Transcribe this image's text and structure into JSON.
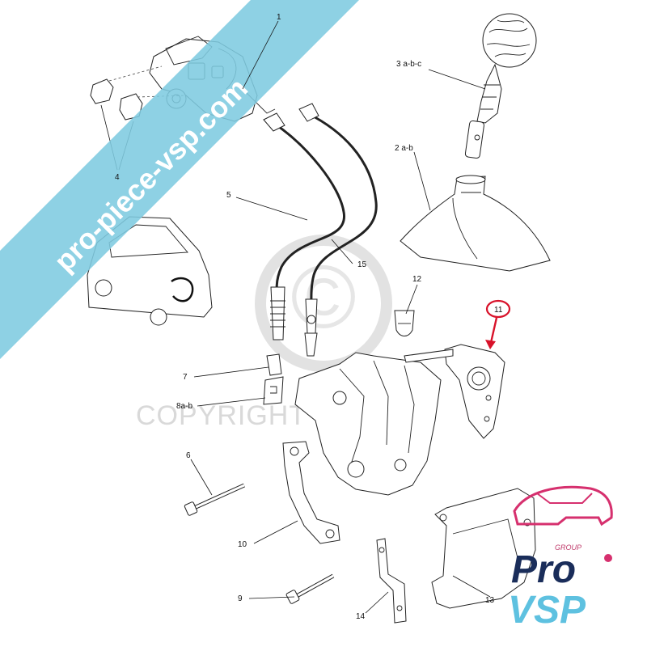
{
  "watermark": {
    "copyright_text": "COPYRIGHT ProVSP",
    "copyright_symbol": "©"
  },
  "banner": {
    "text": "pro-piece-vsp.com",
    "color": "#7ecbe0"
  },
  "logo": {
    "group": "GROUP",
    "pro": "Pro",
    "vsp": "VSP",
    "pink": "#d6306e",
    "blue": "#5ec1e0",
    "navy": "#1a2d5a"
  },
  "callouts": [
    {
      "id": "c1",
      "text": "1"
    },
    {
      "id": "c4",
      "text": "4"
    },
    {
      "id": "c3",
      "text": "3 a-b-c"
    },
    {
      "id": "c2",
      "text": "2 a-b"
    },
    {
      "id": "c5",
      "text": "5"
    },
    {
      "id": "c15",
      "text": "15"
    },
    {
      "id": "c12",
      "text": "12"
    },
    {
      "id": "c11",
      "text": "11"
    },
    {
      "id": "c7",
      "text": "7"
    },
    {
      "id": "c8",
      "text": "8a-b"
    },
    {
      "id": "c6",
      "text": "6"
    },
    {
      "id": "c10",
      "text": "10"
    },
    {
      "id": "c9",
      "text": "9"
    },
    {
      "id": "c14",
      "text": "14"
    },
    {
      "id": "c13",
      "text": "13"
    }
  ],
  "highlight": {
    "color": "#d8122a",
    "callout": "11"
  }
}
